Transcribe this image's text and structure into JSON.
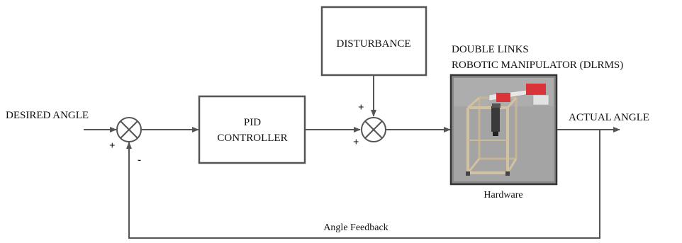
{
  "blocks": {
    "disturbance": "DISTURBANCE",
    "pid_line1": "PID",
    "pid_line2": "CONTROLLER",
    "plant_title_line1": "DOUBLE LINKS",
    "plant_title_line2": "ROBOTIC MANIPULATOR (DLRMS)",
    "plant_caption": "Hardware"
  },
  "signals": {
    "input": "DESIRED ANGLE",
    "output": "ACTUAL ANGLE",
    "feedback": "Angle Feedback"
  },
  "signs": {
    "sum1_input": "+",
    "sum1_feedback": "-",
    "sum2_disturbance": "+",
    "sum2_controller": "+"
  },
  "colors": {
    "line": "#555555",
    "hardware_bg": "#9c9c9c",
    "frame": "#c8b89a",
    "link_red": "#d9343a"
  }
}
